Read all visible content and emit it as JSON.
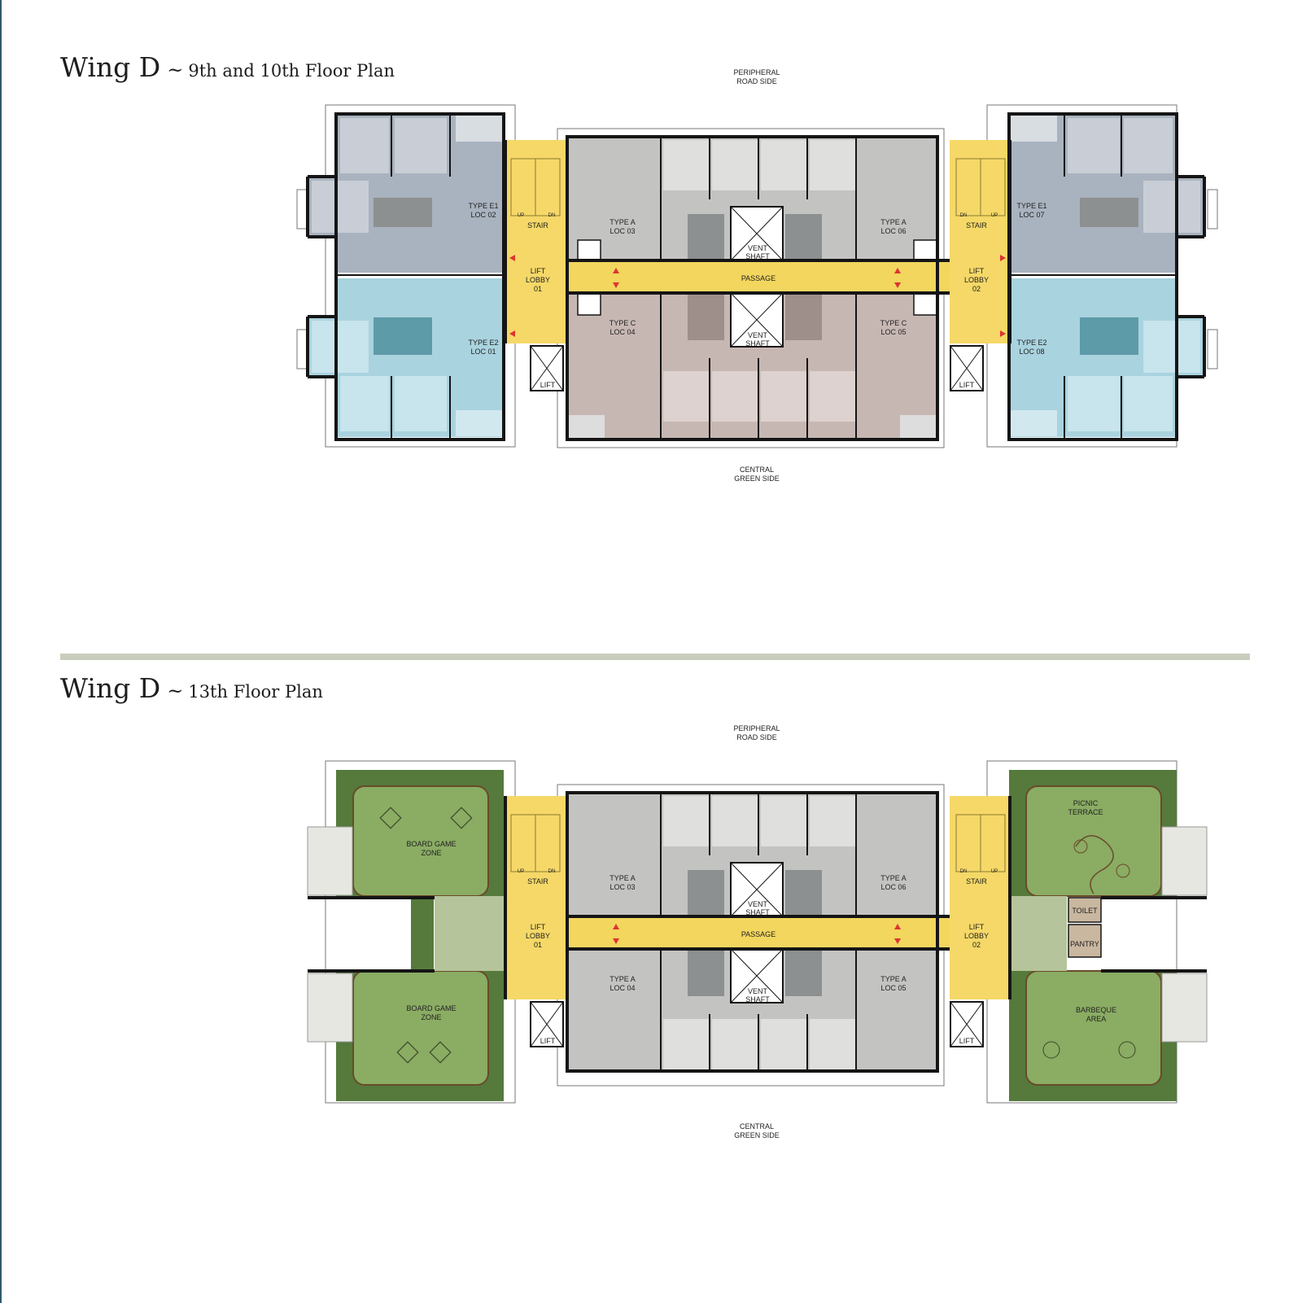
{
  "plan1": {
    "title_main": "Wing D",
    "title_sep": "~",
    "title_sub": "9th and 10th Floor Plan",
    "top_side": [
      "PERIPHERAL",
      "ROAD SIDE"
    ],
    "bottom_side": [
      "CENTRAL",
      "GREEN SIDE"
    ],
    "labels": {
      "e1_left": [
        "TYPE E1",
        "LOC 02"
      ],
      "e2_left": [
        "TYPE E2",
        "LOC 01"
      ],
      "e1_right": [
        "TYPE E1",
        "LOC 07"
      ],
      "e2_right": [
        "TYPE E2",
        "LOC 08"
      ],
      "a_loc03": [
        "TYPE A",
        "LOC 03"
      ],
      "a_loc06": [
        "TYPE A",
        "LOC 06"
      ],
      "c_loc04": [
        "TYPE C",
        "LOC 04"
      ],
      "c_loc05": [
        "TYPE C",
        "LOC 05"
      ],
      "stair": "STAIR",
      "up": "UP",
      "dn": "DN",
      "lift": "LIFT",
      "lobby01": [
        "LIFT",
        "LOBBY",
        "01"
      ],
      "lobby02": [
        "LIFT",
        "LOBBY",
        "02"
      ],
      "passage": "PASSAGE",
      "vent": [
        "VENT",
        "SHAFT"
      ]
    }
  },
  "plan2": {
    "title_main": "Wing D",
    "title_sep": "~",
    "title_sub": "13th Floor Plan",
    "top_side": [
      "PERIPHERAL",
      "ROAD SIDE"
    ],
    "bottom_side": [
      "CENTRAL",
      "GREEN SIDE"
    ],
    "labels": {
      "board_top": [
        "BOARD GAME",
        "ZONE"
      ],
      "board_bottom": [
        "BOARD GAME",
        "ZONE"
      ],
      "picnic": [
        "PICNIC",
        "TERRACE"
      ],
      "barbeque": [
        "BARBEQUE",
        "AREA"
      ],
      "toilet": "TOILET",
      "pantry": "PANTRY",
      "a_loc03": [
        "TYPE A",
        "LOC 03"
      ],
      "a_loc06": [
        "TYPE A",
        "LOC 06"
      ],
      "a_loc04": [
        "TYPE A",
        "LOC 04"
      ],
      "a_loc05": [
        "TYPE A",
        "LOC 05"
      ],
      "stair": "STAIR",
      "up": "UP",
      "dn": "DN",
      "lift": "LIFT",
      "lobby01": [
        "LIFT",
        "LOBBY",
        "01"
      ],
      "lobby02": [
        "LIFT",
        "LOBBY",
        "02"
      ],
      "passage": "PASSAGE",
      "vent": [
        "VENT",
        "SHAFT"
      ]
    }
  },
  "colors": {
    "corridor": "#f2d65e",
    "lobby": "#f5d867",
    "type_e1": "#a9b3bf",
    "type_e2": "#a9d3df",
    "type_a": "#c3c4c2",
    "type_c": "#c7b7b3",
    "toilet": "#8c9090",
    "terrace_grass": "#8aac63",
    "terrace_edge": "#557a3c",
    "wall": "#151515",
    "divider": "#c9cdbd"
  }
}
